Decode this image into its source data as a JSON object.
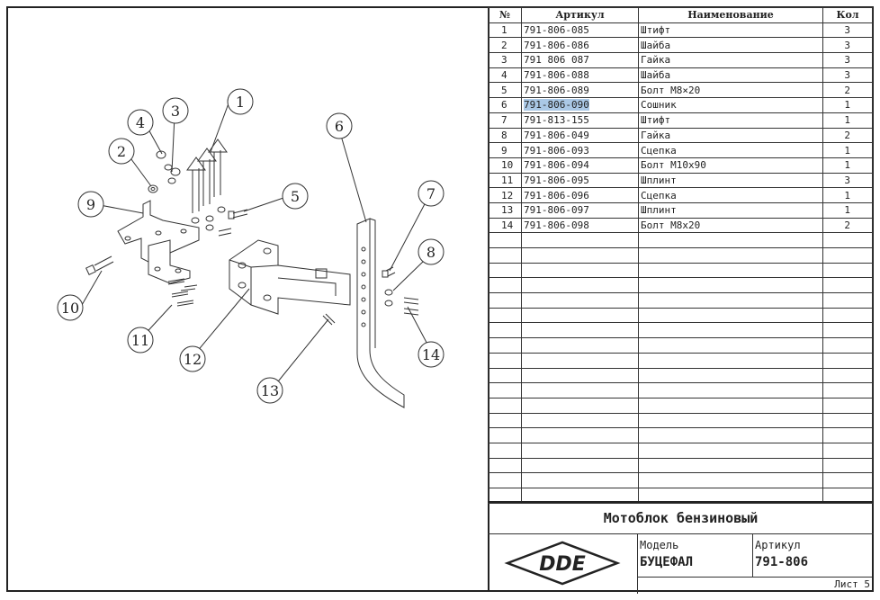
{
  "parts_table": {
    "headers": {
      "num": "№",
      "article": "Артикул",
      "name": "Наименование",
      "qty": "Кол"
    },
    "rows": [
      {
        "num": "1",
        "article": "791-806-085",
        "name": "Штифт",
        "qty": "3"
      },
      {
        "num": "2",
        "article": "791-806-086",
        "name": "Шайба",
        "qty": "3"
      },
      {
        "num": "3",
        "article": "791 806 087",
        "name": "Гайка",
        "qty": "3"
      },
      {
        "num": "4",
        "article": "791-806-088",
        "name": "Шайба",
        "qty": "3"
      },
      {
        "num": "5",
        "article": "791-806-089",
        "name": "Болт М8×20",
        "qty": "2"
      },
      {
        "num": "6",
        "article": "791-806-090",
        "name": "Сошник",
        "qty": "1",
        "highlighted": true
      },
      {
        "num": "7",
        "article": "791-813-155",
        "name": "Штифт",
        "qty": "1"
      },
      {
        "num": "8",
        "article": "791-806-049",
        "name": "Гайка",
        "qty": "2"
      },
      {
        "num": "9",
        "article": "791-806-093",
        "name": "Сцепка",
        "qty": "1"
      },
      {
        "num": "10",
        "article": "791-806-094",
        "name": "Болт М10х90",
        "qty": "1"
      },
      {
        "num": "11",
        "article": "791-806-095",
        "name": "Шплинт",
        "qty": "3"
      },
      {
        "num": "12",
        "article": "791-806-096",
        "name": "Сцепка",
        "qty": "1"
      },
      {
        "num": "13",
        "article": "791-806-097",
        "name": "Шплинт",
        "qty": "1"
      },
      {
        "num": "14",
        "article": "791-806-098",
        "name": "Болт М8х20",
        "qty": "2"
      }
    ],
    "empty_rows": 18
  },
  "title_block": {
    "title": "Мотоблок бензиновый",
    "logo_text": "DDE",
    "model_label": "Модель",
    "model_value": "БУЦЕФАЛ",
    "article_label": "Артикул",
    "article_value": "791-806",
    "sheet": "Лист 5"
  },
  "callouts": [
    "1",
    "2",
    "3",
    "4",
    "5",
    "6",
    "7",
    "8",
    "9",
    "10",
    "11",
    "12",
    "13",
    "14"
  ]
}
